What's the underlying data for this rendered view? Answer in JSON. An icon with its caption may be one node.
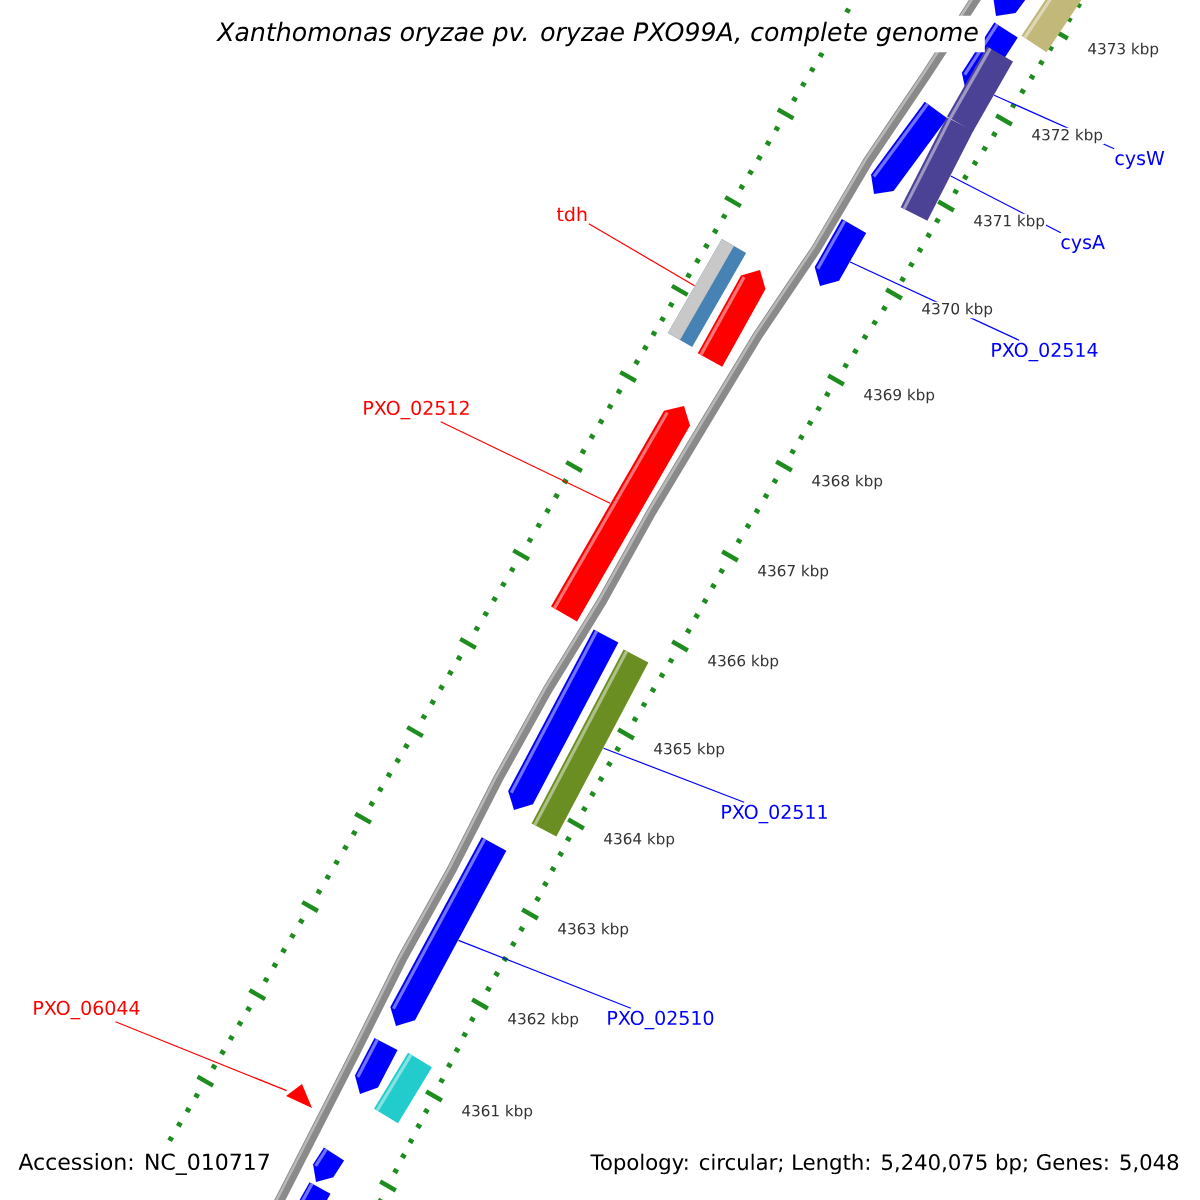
{
  "diagram": {
    "title": "Xanthomonas oryzae pv. oryzae PXO99A, complete genome",
    "nodes": [
      {
        "text": [
          "tdh"
        ]
      },
      {
        "text": [
          "PXO_02512"
        ]
      },
      {
        "text": [
          "cysW"
        ]
      },
      {
        "text": [
          "cysA"
        ]
      },
      {
        "text": [
          "PXO_02514"
        ]
      },
      {
        "text": [
          "PXO_02511"
        ]
      },
      {
        "text": [
          "PXO_02510"
        ]
      },
      {
        "text": [
          "PXO_06044"
        ]
      },
      {
        "text": [],
        "shape": "bar"
      },
      {
        "text": [],
        "shape": "bar"
      },
      {
        "text": [],
        "shape": "bar"
      },
      {
        "text": [],
        "shape": "bar"
      },
      {
        "text": [],
        "shape": "bar"
      },
      {
        "text": [],
        "shape": "bar"
      },
      {
        "text": [],
        "shape": "bar"
      },
      {
        "text": [],
        "shape": "triangle"
      }
    ],
    "edges": [
      {
        "from": 0,
        "to": 8,
        "arrow": "none",
        "color": "#ff0000"
      },
      {
        "from": 1,
        "to": 9,
        "arrow": "none",
        "color": "#ff0000"
      },
      {
        "from": 2,
        "to": 10,
        "arrow": "none"
      },
      {
        "from": 3,
        "to": 11,
        "arrow": "none"
      },
      {
        "from": 4,
        "to": 12,
        "arrow": "none"
      },
      {
        "from": 5,
        "to": 13,
        "arrow": "none"
      },
      {
        "from": 6,
        "to": 14,
        "arrow": "none"
      },
      {
        "from": 7,
        "to": 15,
        "arrow": "none",
        "color": "#ff0000"
      }
    ],
    "labels": [
      "4373 kbp",
      "4372 kbp",
      "4371 kbp",
      "4370 kbp",
      "4369 kbp",
      "4368 kbp",
      "4367 kbp",
      "4366 kbp",
      "4365 kbp",
      "4364 kbp",
      "4363 kbp",
      "4362 kbp",
      "4361 kbp",
      "Accession: NC_010717",
      "Topology: circular; Length: 5,240,075 bp; Genes: 5,048"
    ]
  }
}
